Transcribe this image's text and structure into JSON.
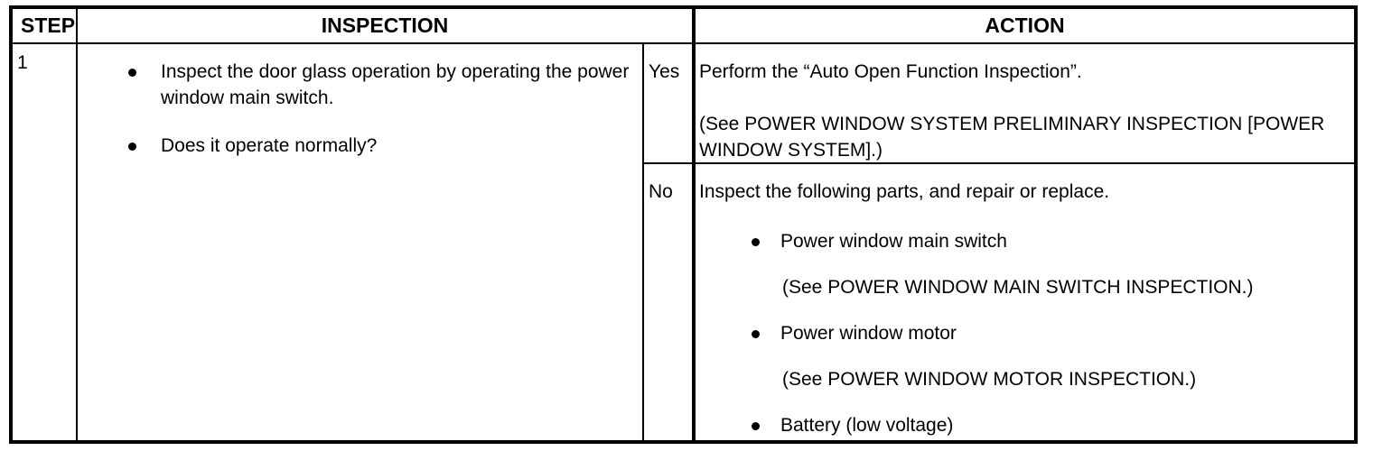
{
  "table": {
    "headers": {
      "step": "STEP",
      "inspection": "INSPECTION",
      "action": "ACTION"
    },
    "rows": [
      {
        "step": "1",
        "inspection_items": [
          "Inspect the door glass operation by operating the power window main switch.",
          "Does it operate normally?"
        ],
        "branches": [
          {
            "label": "Yes",
            "lines": [
              "Perform the “Auto Open Function Inspection”.",
              "(See POWER WINDOW SYSTEM PRELIMINARY INSPECTION [POWER WINDOW SYSTEM].)"
            ]
          },
          {
            "label": "No",
            "intro": "Inspect the following parts, and repair or replace.",
            "items": [
              {
                "text": "Power window main switch",
                "note": "(See POWER WINDOW MAIN SWITCH INSPECTION.)"
              },
              {
                "text": "Power window motor",
                "note": "(See POWER WINDOW MOTOR INSPECTION.)"
              },
              {
                "text": "Battery (low voltage)",
                "note": ""
              }
            ]
          }
        ]
      }
    ]
  },
  "colors": {
    "border": "#000000",
    "text": "#000000",
    "background": "#ffffff"
  }
}
